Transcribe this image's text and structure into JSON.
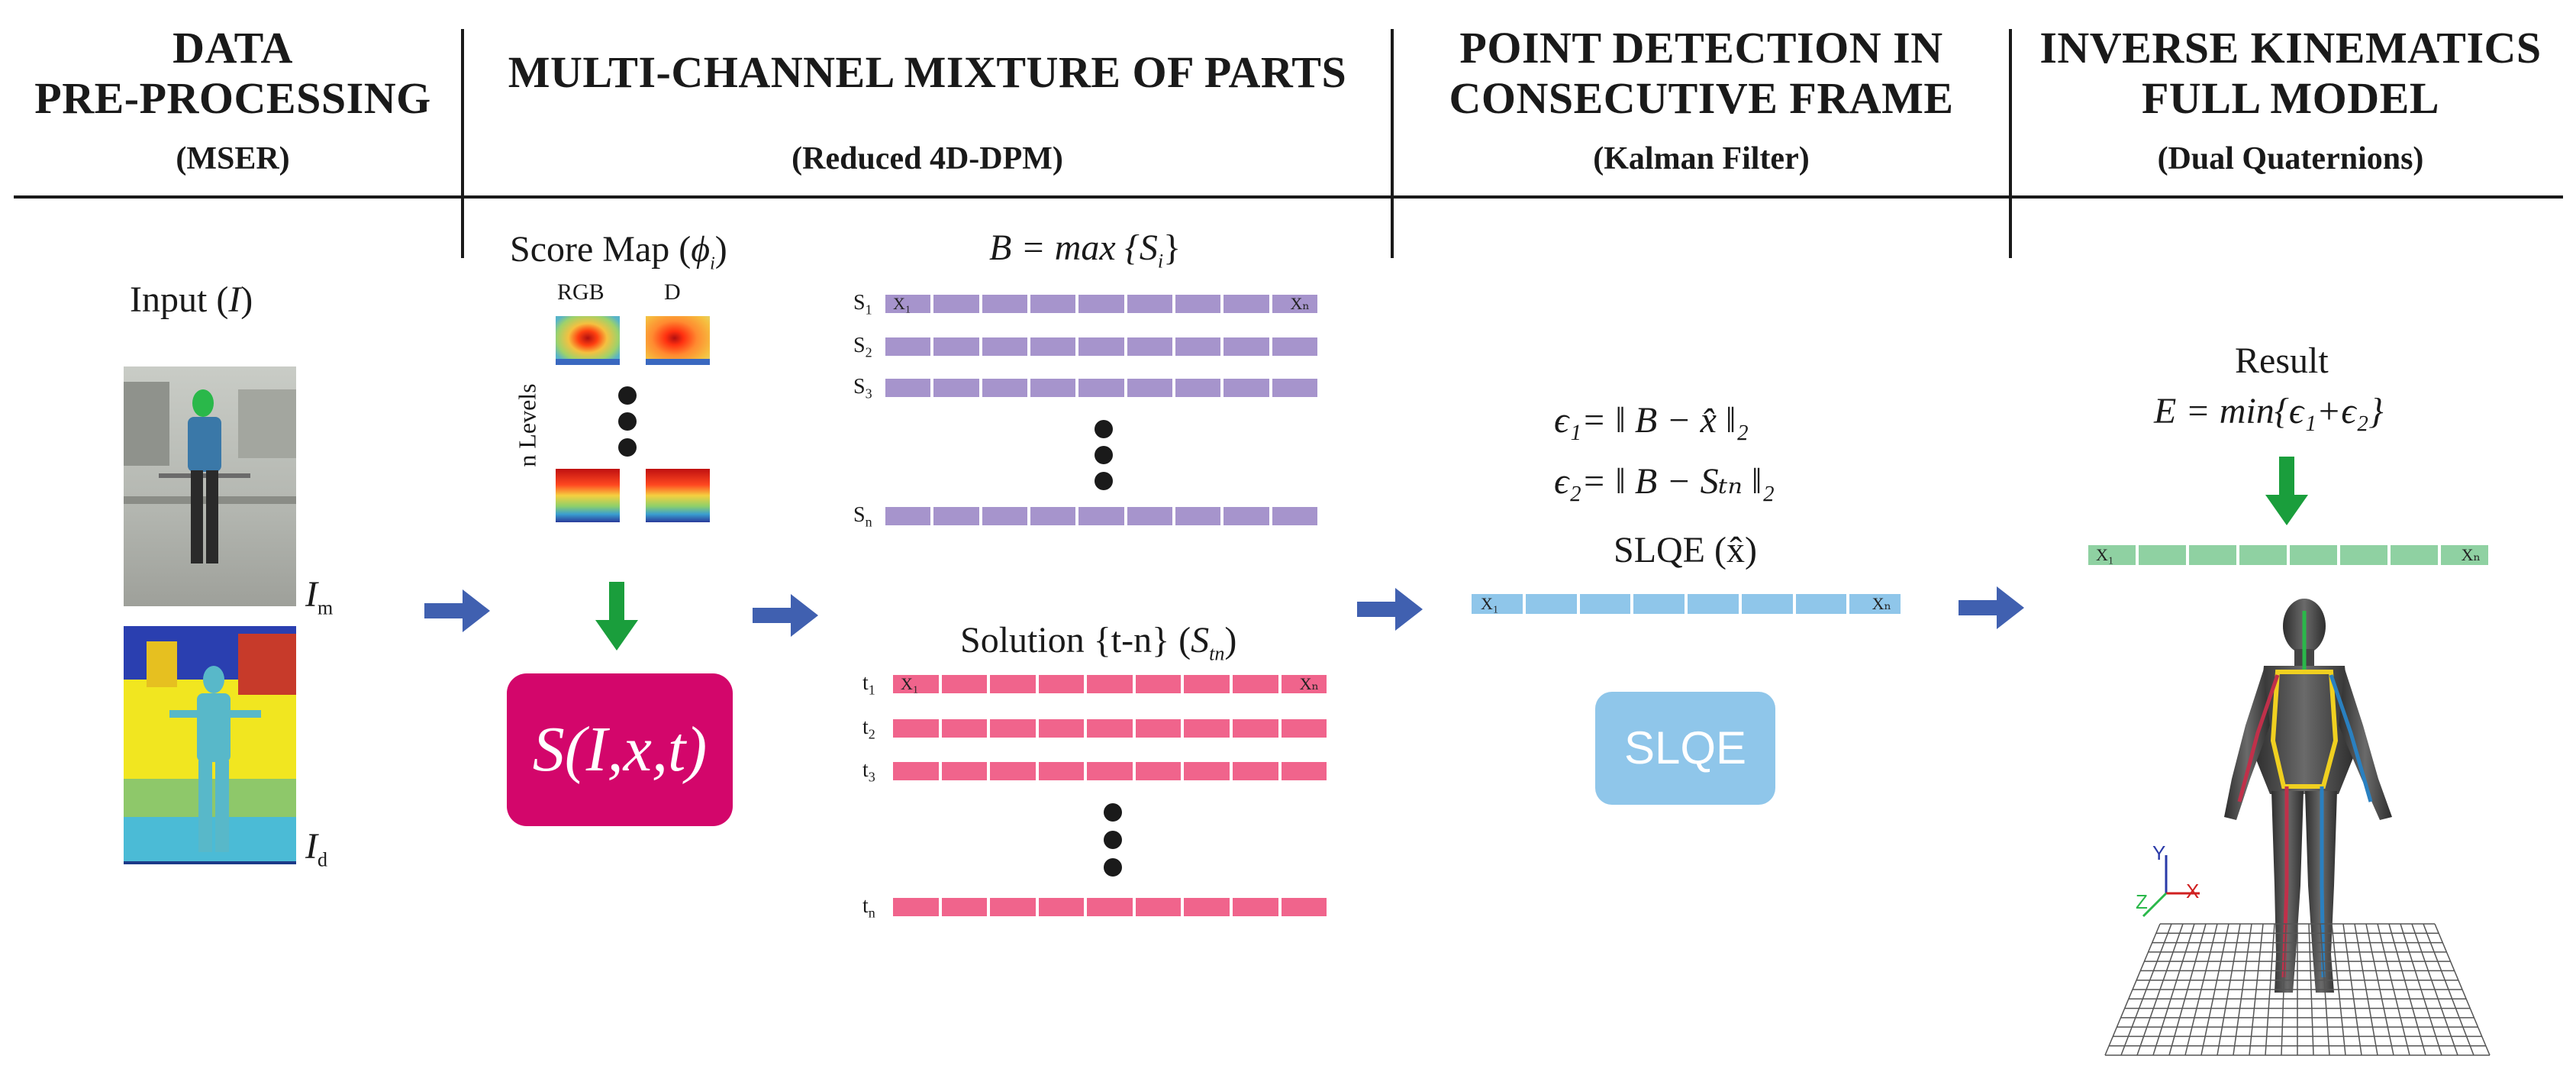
{
  "headers": {
    "col1": {
      "line1": "DATA",
      "line2": "PRE-PROCESSING",
      "sub": "(MSER)"
    },
    "col2": {
      "line1": "MULTI-CHANNEL MIXTURE OF PARTS",
      "sub": "(Reduced 4D-DPM)"
    },
    "col3": {
      "line1": "POINT DETECTION IN",
      "line2": "CONSECUTIVE FRAME",
      "sub": "(Kalman Filter)"
    },
    "col4": {
      "line1": "INVERSE KINEMATICS",
      "line2": "FULL MODEL",
      "sub": "(Dual Quaternions)"
    }
  },
  "input": {
    "label": "Input (",
    "var": "I",
    "close": ")",
    "rgb_sub": "m",
    "depth_sub": "d"
  },
  "score_map": {
    "label": "Score Map (",
    "var": "ϕ",
    "sub": "i",
    "close": ")",
    "rgb": "RGB",
    "d": "D",
    "levels": "n Levels"
  },
  "s_box": {
    "label": "S(I,x,t)",
    "color": "#d3066b"
  },
  "best": {
    "label": "B = max {S",
    "sub": "i",
    "close": "}"
  },
  "score_rows": {
    "color": "#a694cc",
    "rows": [
      {
        "name": "S",
        "sub": "1"
      },
      {
        "name": "S",
        "sub": "2"
      },
      {
        "name": "S",
        "sub": "3"
      },
      {
        "name": "S",
        "sub": "n"
      }
    ],
    "first": "X₁",
    "last": "Xₙ"
  },
  "solution": {
    "label": "Solution {t-n} (",
    "var": "S",
    "sub": "tn",
    "close": ")"
  },
  "time_rows": {
    "color": "#f0648c",
    "rows": [
      {
        "name": "t",
        "sub": "1"
      },
      {
        "name": "t",
        "sub": "2"
      },
      {
        "name": "t",
        "sub": "3"
      },
      {
        "name": "t",
        "sub": "n"
      }
    ],
    "first": "X₁",
    "last": "Xₙ"
  },
  "equations": {
    "e1": "ϵ₁= ‖ B −  x̂ ‖₂",
    "e2": "ϵ₂= ‖ B − Sₜₙ ‖₂",
    "slqe_label": "SLQE (x̂)"
  },
  "slqe_bar": {
    "color": "#8fc6ea",
    "first": "X₁",
    "last": "Xₙ"
  },
  "slqe_box": {
    "label": "SLQE",
    "color": "#8fc6ea"
  },
  "result": {
    "label": "Result",
    "eq": "E = min{ϵ₁+ϵ₂}"
  },
  "result_bar": {
    "color": "#8fd1a2",
    "first": "X₁",
    "last": "Xₙ"
  },
  "axes": {
    "x": "X",
    "y": "Y",
    "z": "Z"
  },
  "colors": {
    "arrow_blue": "#4060b0",
    "arrow_green": "#1a9e3c"
  }
}
